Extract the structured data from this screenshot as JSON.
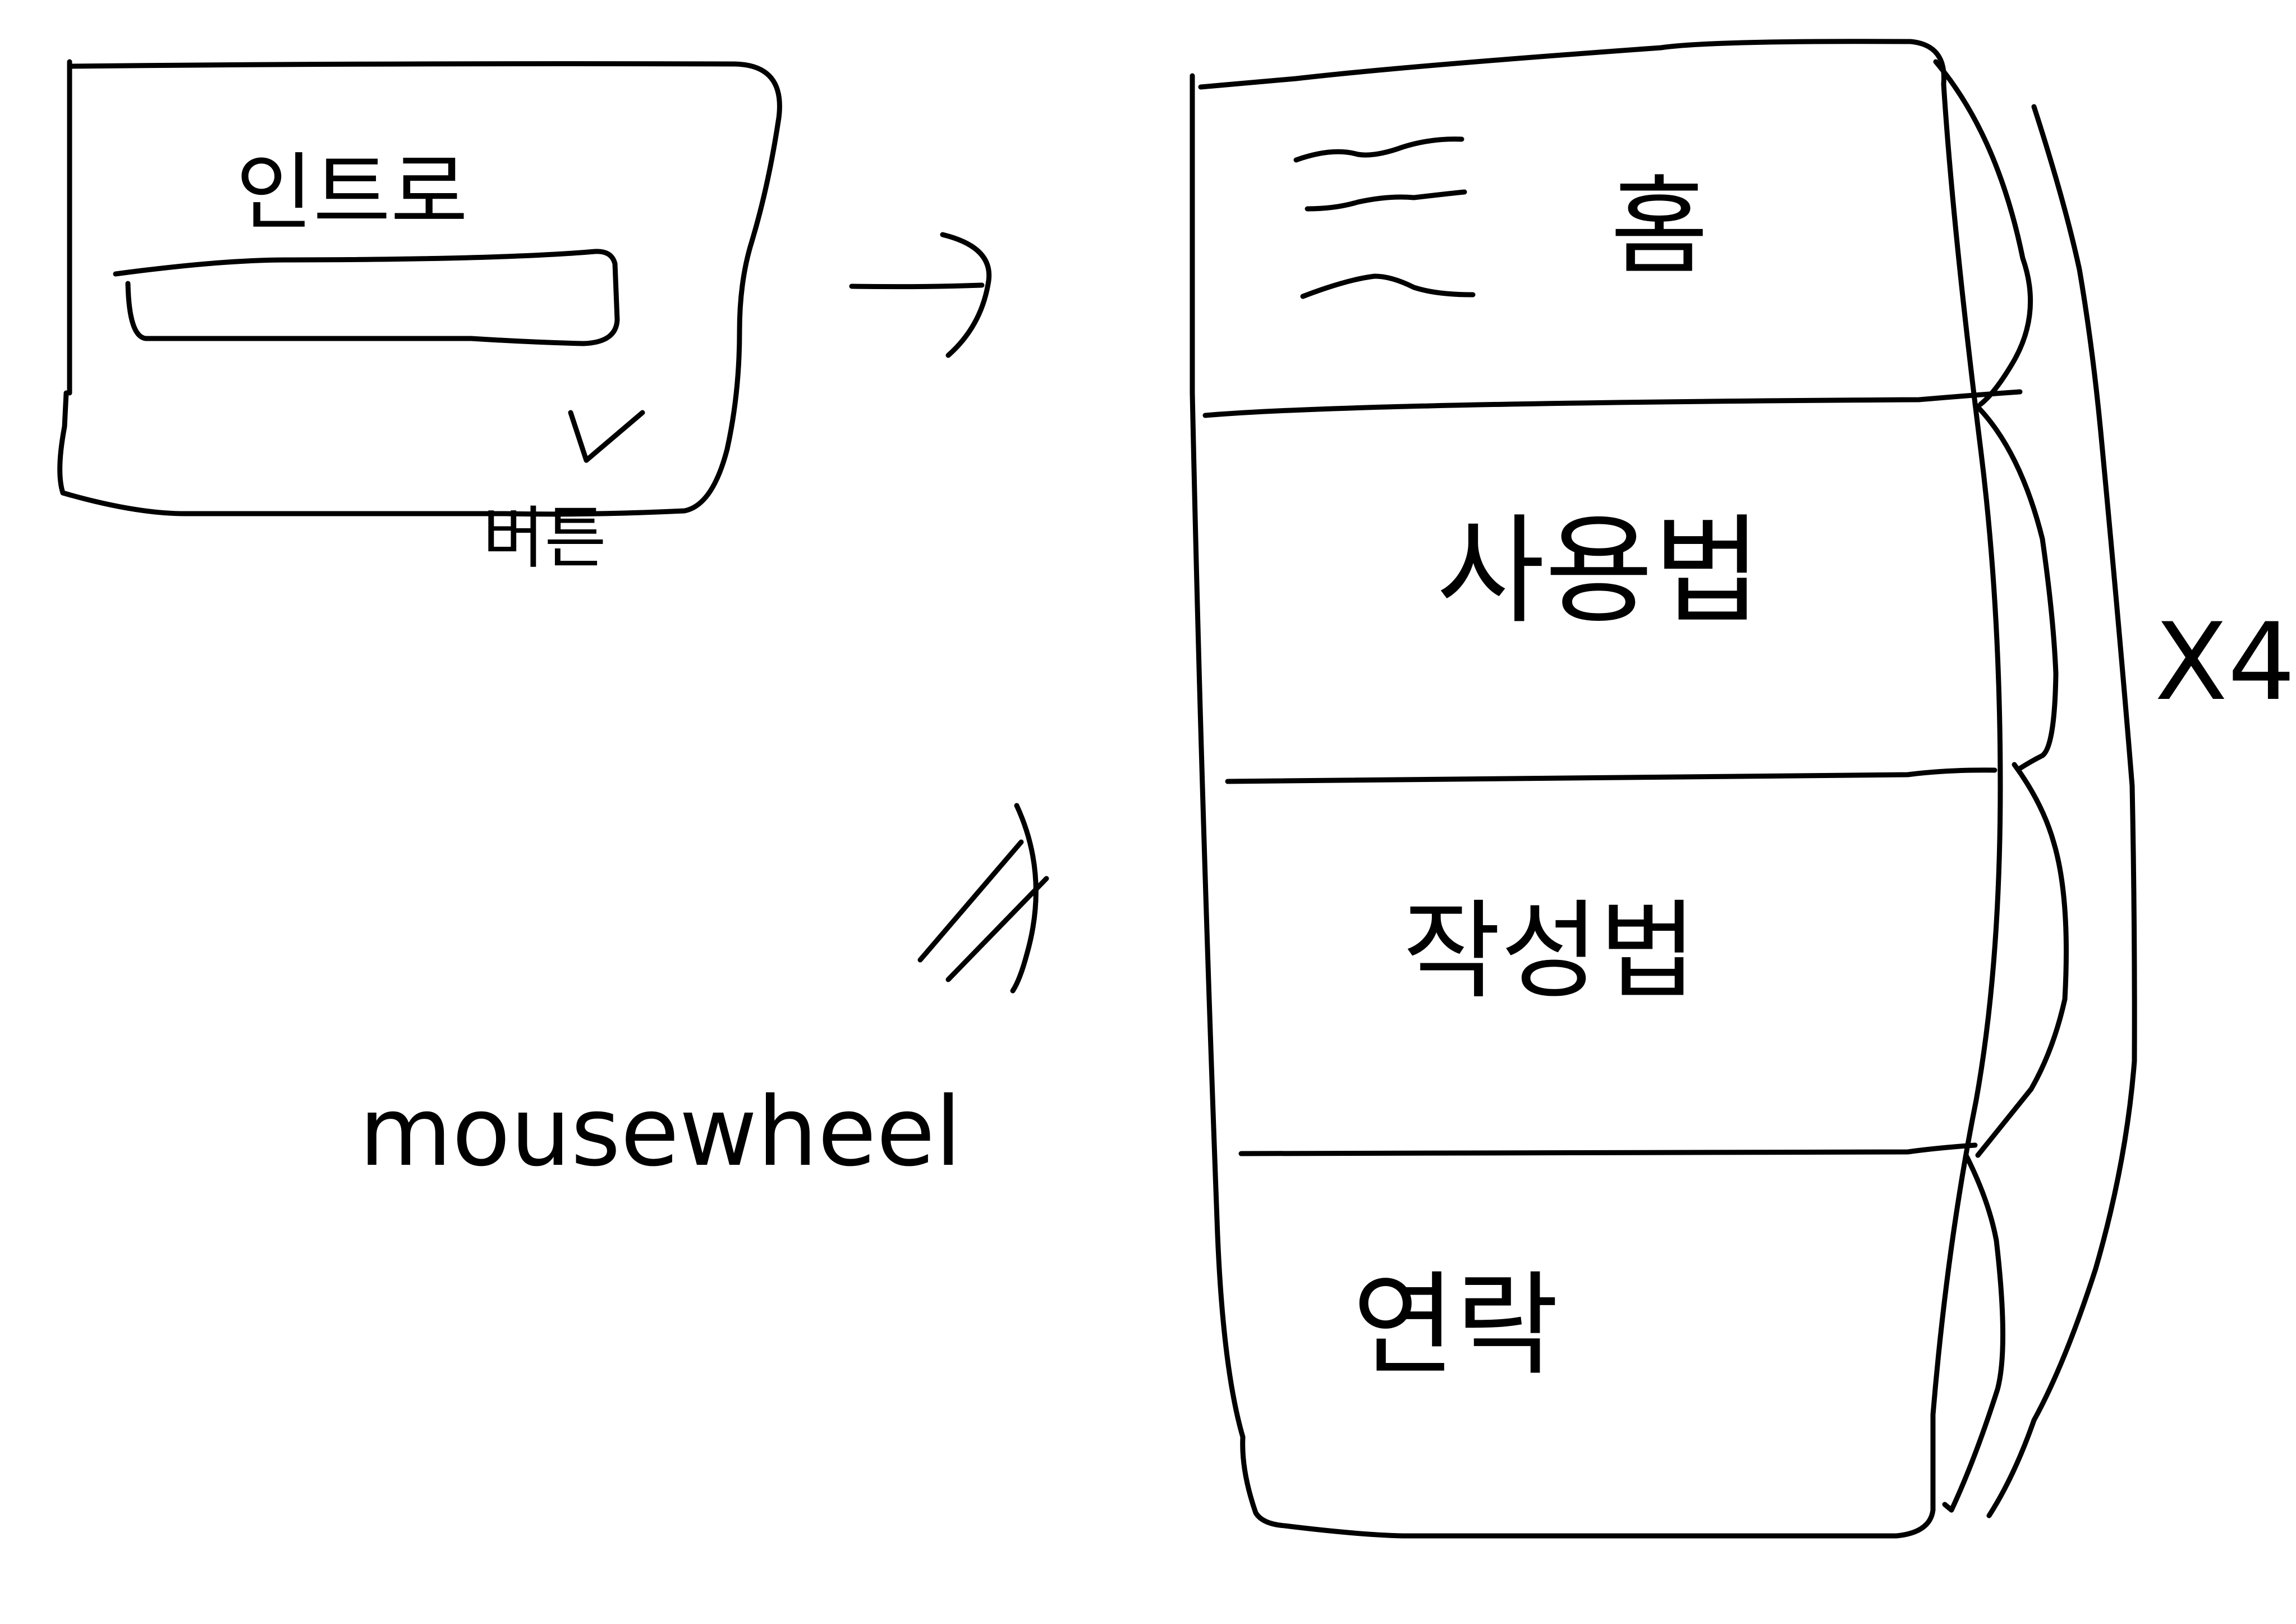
{
  "colors": {
    "background": "#ffffff",
    "ink": "#000000"
  },
  "intro_panel": {
    "title": "인트로",
    "button_label": "버튼"
  },
  "scroll_hint": "mousewheel",
  "sections": [
    {
      "label": "홈"
    },
    {
      "label": "사용법"
    },
    {
      "label": "작성법"
    },
    {
      "label": "연락"
    }
  ],
  "repeat_note": "X4",
  "icons": {
    "arrow": "arrow-right-icon",
    "scroll": "scroll-wheel-icon",
    "home": "hamburger-menu-icon",
    "button_click": "click-check-icon"
  }
}
